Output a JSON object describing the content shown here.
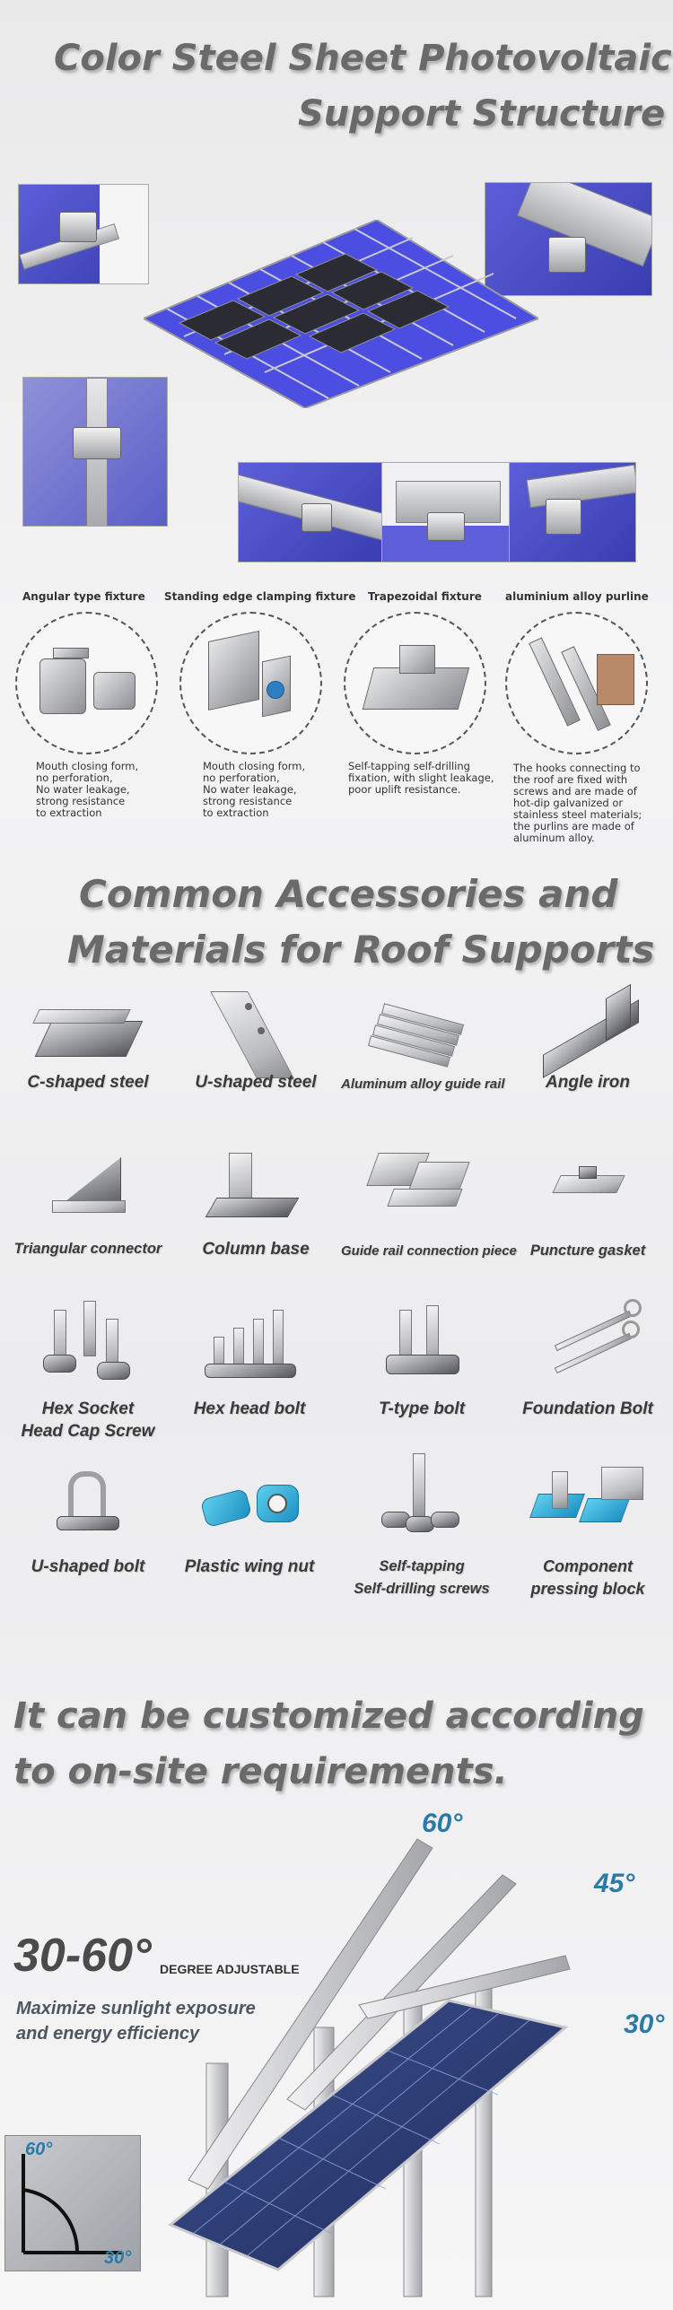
{
  "header": {
    "title_line1": "Color Steel Sheet Photovoltaic",
    "title_line2": "Support Structure"
  },
  "fixtures": [
    {
      "title": "Angular type fixture",
      "desc": "Mouth closing form,\nno perforation,\nNo water leakage,\nstrong resistance\nto extraction"
    },
    {
      "title": "Standing edge clamping fixture",
      "desc": "Mouth closing form,\nno perforation,\nNo water leakage,\nstrong resistance\nto extraction"
    },
    {
      "title": "Trapezoidal fixture",
      "desc": "Self-tapping self-drilling\nfixation, with slight leakage,\npoor uplift resistance."
    },
    {
      "title": "aluminium alloy purline",
      "desc": "The hooks connecting to\nthe roof are fixed with\nscrews and are made of\n hot-dip galvanized or\nstainless steel materials;\nthe purlins are made of\naluminum alloy."
    }
  ],
  "accessories": {
    "title_line1": "Common Accessories and",
    "title_line2": "Materials for Roof Supports",
    "items": [
      {
        "label": "C-shaped steel"
      },
      {
        "label": "U-shaped steel"
      },
      {
        "label": "Aluminum alloy guide rail"
      },
      {
        "label": "Angle iron"
      },
      {
        "label": "Triangular connector"
      },
      {
        "label": "Column base"
      },
      {
        "label": "Guide rail connection piece"
      },
      {
        "label": "Puncture gasket"
      },
      {
        "label": "Hex Socket\nHead Cap Screw"
      },
      {
        "label": "Hex head bolt"
      },
      {
        "label": "T-type bolt"
      },
      {
        "label": "Foundation Bolt"
      },
      {
        "label": "U-shaped bolt"
      },
      {
        "label": "Plastic wing nut"
      },
      {
        "label": "Self-tapping\nSelf-drilling screws"
      },
      {
        "label": "Component\npressing block"
      }
    ]
  },
  "custom": {
    "title_line1": "It can be customized according",
    "title_line2": "to on-site requirements.",
    "range": "30-60°",
    "range_sub": "DEGREE ADJUSTABLE",
    "desc_line1": "Maximize sunlight exposure",
    "desc_line2": "and energy efficiency",
    "angle_60": "60°",
    "angle_45": "45°",
    "angle_30": "30°",
    "inset_60": "60°",
    "inset_30": "30°",
    "accent_color": "#2b7aa8"
  }
}
